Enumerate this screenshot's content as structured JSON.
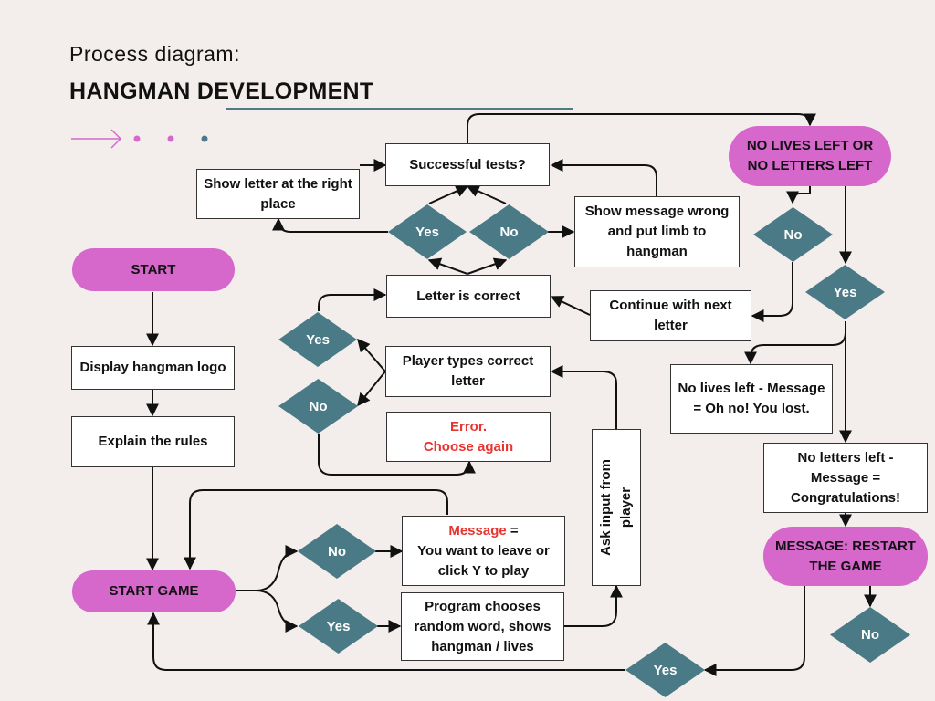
{
  "header": {
    "subtitle": "Process diagram:",
    "title": "HANGMAN DEVELOPMENT"
  },
  "colors": {
    "background": "#f3eeec",
    "pill": "#d668cc",
    "diamond": "#4a7a86",
    "accent_text": "#e8342f",
    "arrow_decor": "#d668cc"
  },
  "nodes": {
    "start": "START",
    "display_logo": "Display hangman logo",
    "explain_rules": "Explain the rules",
    "start_game": "START GAME",
    "no_left": "No",
    "yes_left": "Yes",
    "message_prefix": "Message",
    "message_rest": " =",
    "message_line2": "You want to leave or",
    "message_line3": "click Y to play",
    "program_chooses": "Program chooses random word, shows hangman / lives",
    "ask_input_line1": "Ask input from",
    "ask_input_line2": "player",
    "player_types": "Player types correct letter",
    "error_line1": "Error.",
    "error_line2": "Choose again",
    "yes_mid": "Yes",
    "no_mid": "No",
    "letter_correct": "Letter is correct",
    "successful_tests": "Successful tests?",
    "yes_top": "Yes",
    "no_top": "No",
    "show_letter": "Show letter at the right place",
    "show_wrong": "Show message wrong and put limb to hangman",
    "continue_next": "Continue with next letter",
    "no_lives_or_letters": "NO LIVES LEFT OR NO LETTERS LEFT",
    "no_right": "No",
    "yes_right": "Yes",
    "no_lives_msg": "No lives left - Message = Oh no! You lost.",
    "no_letters_msg": "No letters left - Message = Congratulations!",
    "restart": "MESSAGE: RESTART THE GAME",
    "no_bottom": "No",
    "yes_bottom": "Yes"
  }
}
